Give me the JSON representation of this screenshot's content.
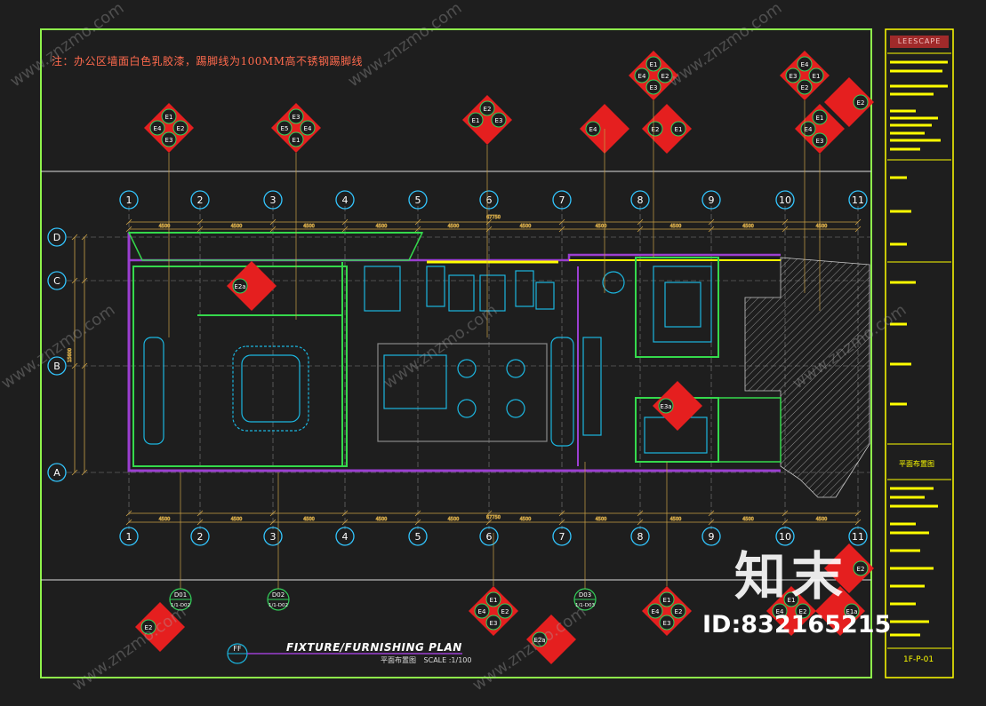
{
  "note": "注：办公区墙面白色乳胶漆，踢脚线为100MM高不锈钢踢脚线",
  "plan_title": "FIXTURE/FURNISHING PLAN",
  "plan_subtitle_cn": "平面布置图",
  "plan_scale": "SCALE :1/100",
  "section_marker": "FF",
  "grid": {
    "columns": [
      "1",
      "2",
      "3",
      "4",
      "5",
      "6",
      "7",
      "8",
      "9",
      "10",
      "11"
    ],
    "rows": [
      "D",
      "C",
      "B",
      "A"
    ],
    "overall_dimension": "67750",
    "span_dimension": "4500",
    "vertical_dimension": "15600"
  },
  "detail_refs": [
    {
      "top": "D01",
      "bottom": "1/1-D02"
    },
    {
      "top": "D02",
      "bottom": "1/1-D02"
    },
    {
      "top": "D03",
      "bottom": "1/1-D03"
    }
  ],
  "elevation_labels": [
    "E1",
    "E2",
    "E3",
    "E4",
    "E5",
    "E2a",
    "E3a",
    "E1a"
  ],
  "title_block": {
    "brand": "LEESCAPE",
    "drawing_name": "平面布置图",
    "sheet_no": "1F-P-01"
  },
  "watermark": {
    "brand": "知末",
    "id": "ID:832165215",
    "domain": "www.znzmo.com"
  },
  "colors": {
    "background": "#1e1e1e",
    "frame": "#8ef24b",
    "grid_bubble": "#33c6ff",
    "wall_primary": "#9b3fd1",
    "wall_secondary": "#35d94c",
    "furniture": "#1bb6e0",
    "dimension": "#c8a046",
    "elevation_marker": "#e51f1f",
    "title_block_text": "#ffff00"
  }
}
